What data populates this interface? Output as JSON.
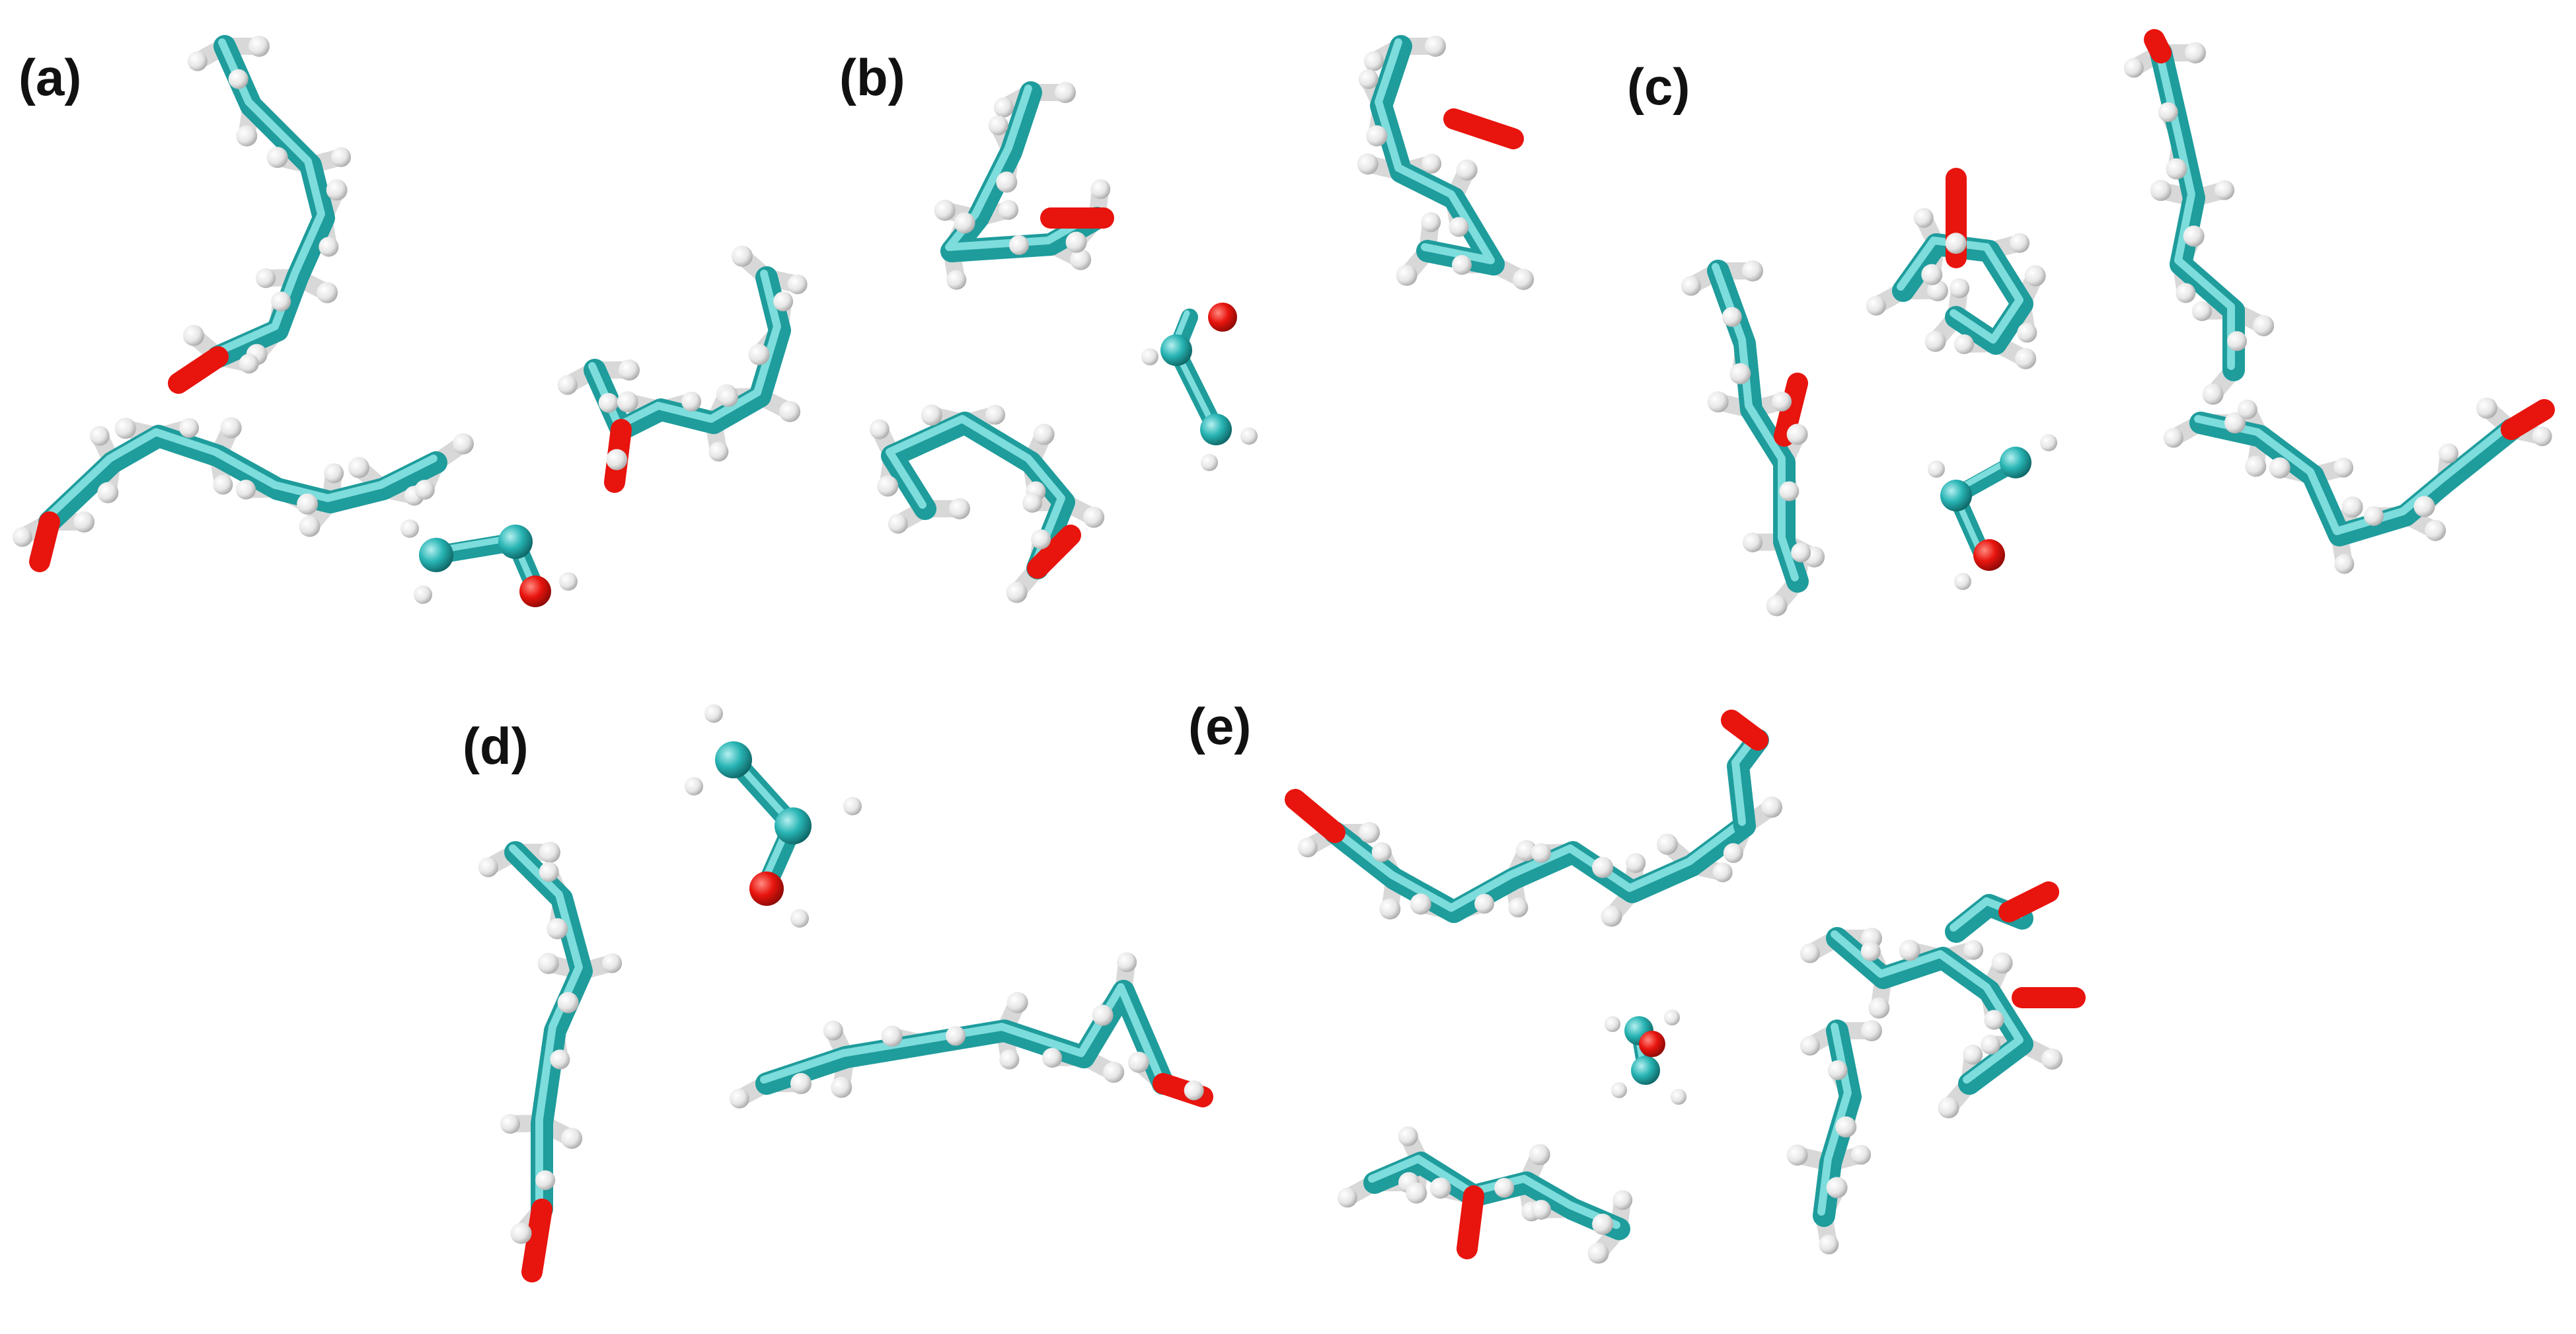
{
  "figure": {
    "panels": [
      {
        "id": "a",
        "label": "(a)"
      },
      {
        "id": "b",
        "label": "(b)"
      },
      {
        "id": "c",
        "label": "(c)"
      },
      {
        "id": "d",
        "label": "(d)"
      },
      {
        "id": "e",
        "label": "(e)"
      }
    ],
    "colors": {
      "background": "#ffffff",
      "carbon": "#28b4b4",
      "carbon_light": "#8fe3e3",
      "oxygen": "#e8140e",
      "hydrogen": "#d8d8d8",
      "hydrogen_light": "#ffffff",
      "label_text": "#111111"
    }
  }
}
